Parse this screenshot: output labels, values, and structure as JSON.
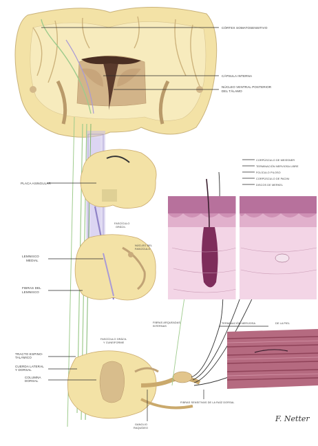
{
  "labels": {
    "l1": "CÓRTEX SOMATOSENSITIVO",
    "l2": "CÁPSULA INTERNA",
    "l3a": "NÚCLEO VENTRAL POSTERIOR",
    "l3b": "DEL TÁLAMO",
    "l4": "PLACA ASINGULAR",
    "l5a": "FASCÍCULO",
    "l5b": "GRÁCIL",
    "l6a": "NÚCLEO DEL",
    "l6b": "FASCÍCULO",
    "l7a": "LEMNISCO",
    "l7b": "MEDIAL",
    "l8a": "FIBRAS DEL",
    "l8b": "LEMNISCO",
    "l9a": "FIBRAS ARQUEADAS",
    "l9b": "INTERNAS",
    "l10a": "FASCÍCULO GRÁCIL",
    "l10b": "Y CUNEIFORME",
    "l11a": "TRACTO ESPINO-",
    "l11b": "TALÁMICO",
    "l12a": "CUERDA LATERAL",
    "l12b": "Y DORSAL",
    "l13a": "COLUMNA",
    "l13b": "DORSAL",
    "l14a": "GANGLIO",
    "l14b": "RAQUÍDEO",
    "l15": "FIBRAS SENSITIVAS DE LA RAÍZ DORSAL",
    "l16a": "TERMINACIÓN NERVIOSA",
    "l16b": "DE LA PIEL",
    "skin1": "CORPÚSCULO DE MEISSNER",
    "skin2": "TERMINACIÓN NERVIOSA LIBRE",
    "skin3": "FOLÍCULO PILOSO",
    "skin4": "CORPÚSCULO DE PACINI",
    "skin5": "DISCOS DE MERKEL",
    "signature": "F. Netter"
  },
  "colors": {
    "white_matter": "#f6e9b4",
    "gray_matter": "#cfb48a",
    "pathway_purple": "#a99ad6",
    "pathway_green": "#9ecb8c",
    "skin_pink": "#e7b6cf",
    "muscle_red": "#b56a80"
  }
}
